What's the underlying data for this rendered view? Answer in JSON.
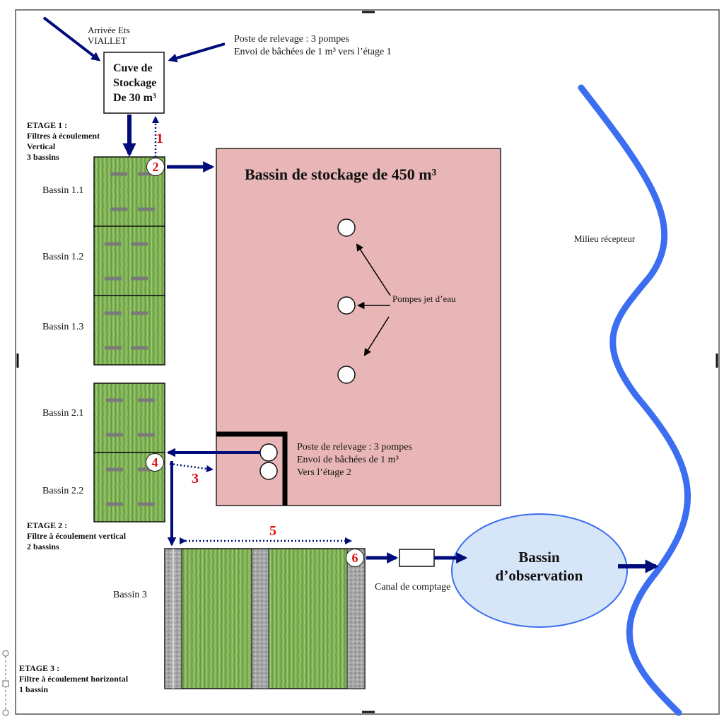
{
  "inputs": {
    "arrivee": "Arrivée Ets\nVIALLET",
    "poste_relevage_1": "Poste de relevage : 3 pompes\nEnvoi de bâchées de 1 m³ vers l’étage 1"
  },
  "cuve": {
    "label": "Cuve de\nStockage\nDe 30 m³"
  },
  "etage1": {
    "title": "ETAGE 1 :\nFiltres à écoulement\nVertical\n3 bassins",
    "bassins": [
      "Bassin 1.1",
      "Bassin 1.2",
      "Bassin 1.3"
    ]
  },
  "bassin_stockage": {
    "title": "Bassin de stockage de 450 m³",
    "pompes_label": "Pompes jet d’eau",
    "poste_relevage_2": "Poste de relevage : 3 pompes\nEnvoi de bâchées de 1 m³\nVers l’étage 2"
  },
  "etage2": {
    "title": "ETAGE 2 :\nFiltre à écoulement vertical\n2 bassins",
    "bassins": [
      "Bassin 2.1",
      "Bassin 2.2"
    ]
  },
  "etage3": {
    "title": "ETAGE 3 :\nFiltre à écoulement horizontal\n1 bassin",
    "bassin": "Bassin 3"
  },
  "canal": {
    "label": "Canal de comptage"
  },
  "observation": {
    "label": "Bassin\nd’observation"
  },
  "milieu": {
    "label": "Milieu récepteur"
  },
  "points": [
    "1",
    "2",
    "3",
    "4",
    "5",
    "6"
  ],
  "colors": {
    "arrow": "#000c7a",
    "river": "#3b6ef0",
    "stockage": "#e8b6b6",
    "observation": "#d6e6f8",
    "reed": "#7fb255",
    "gravel": "#a6a6a6",
    "number": "#e01010"
  }
}
